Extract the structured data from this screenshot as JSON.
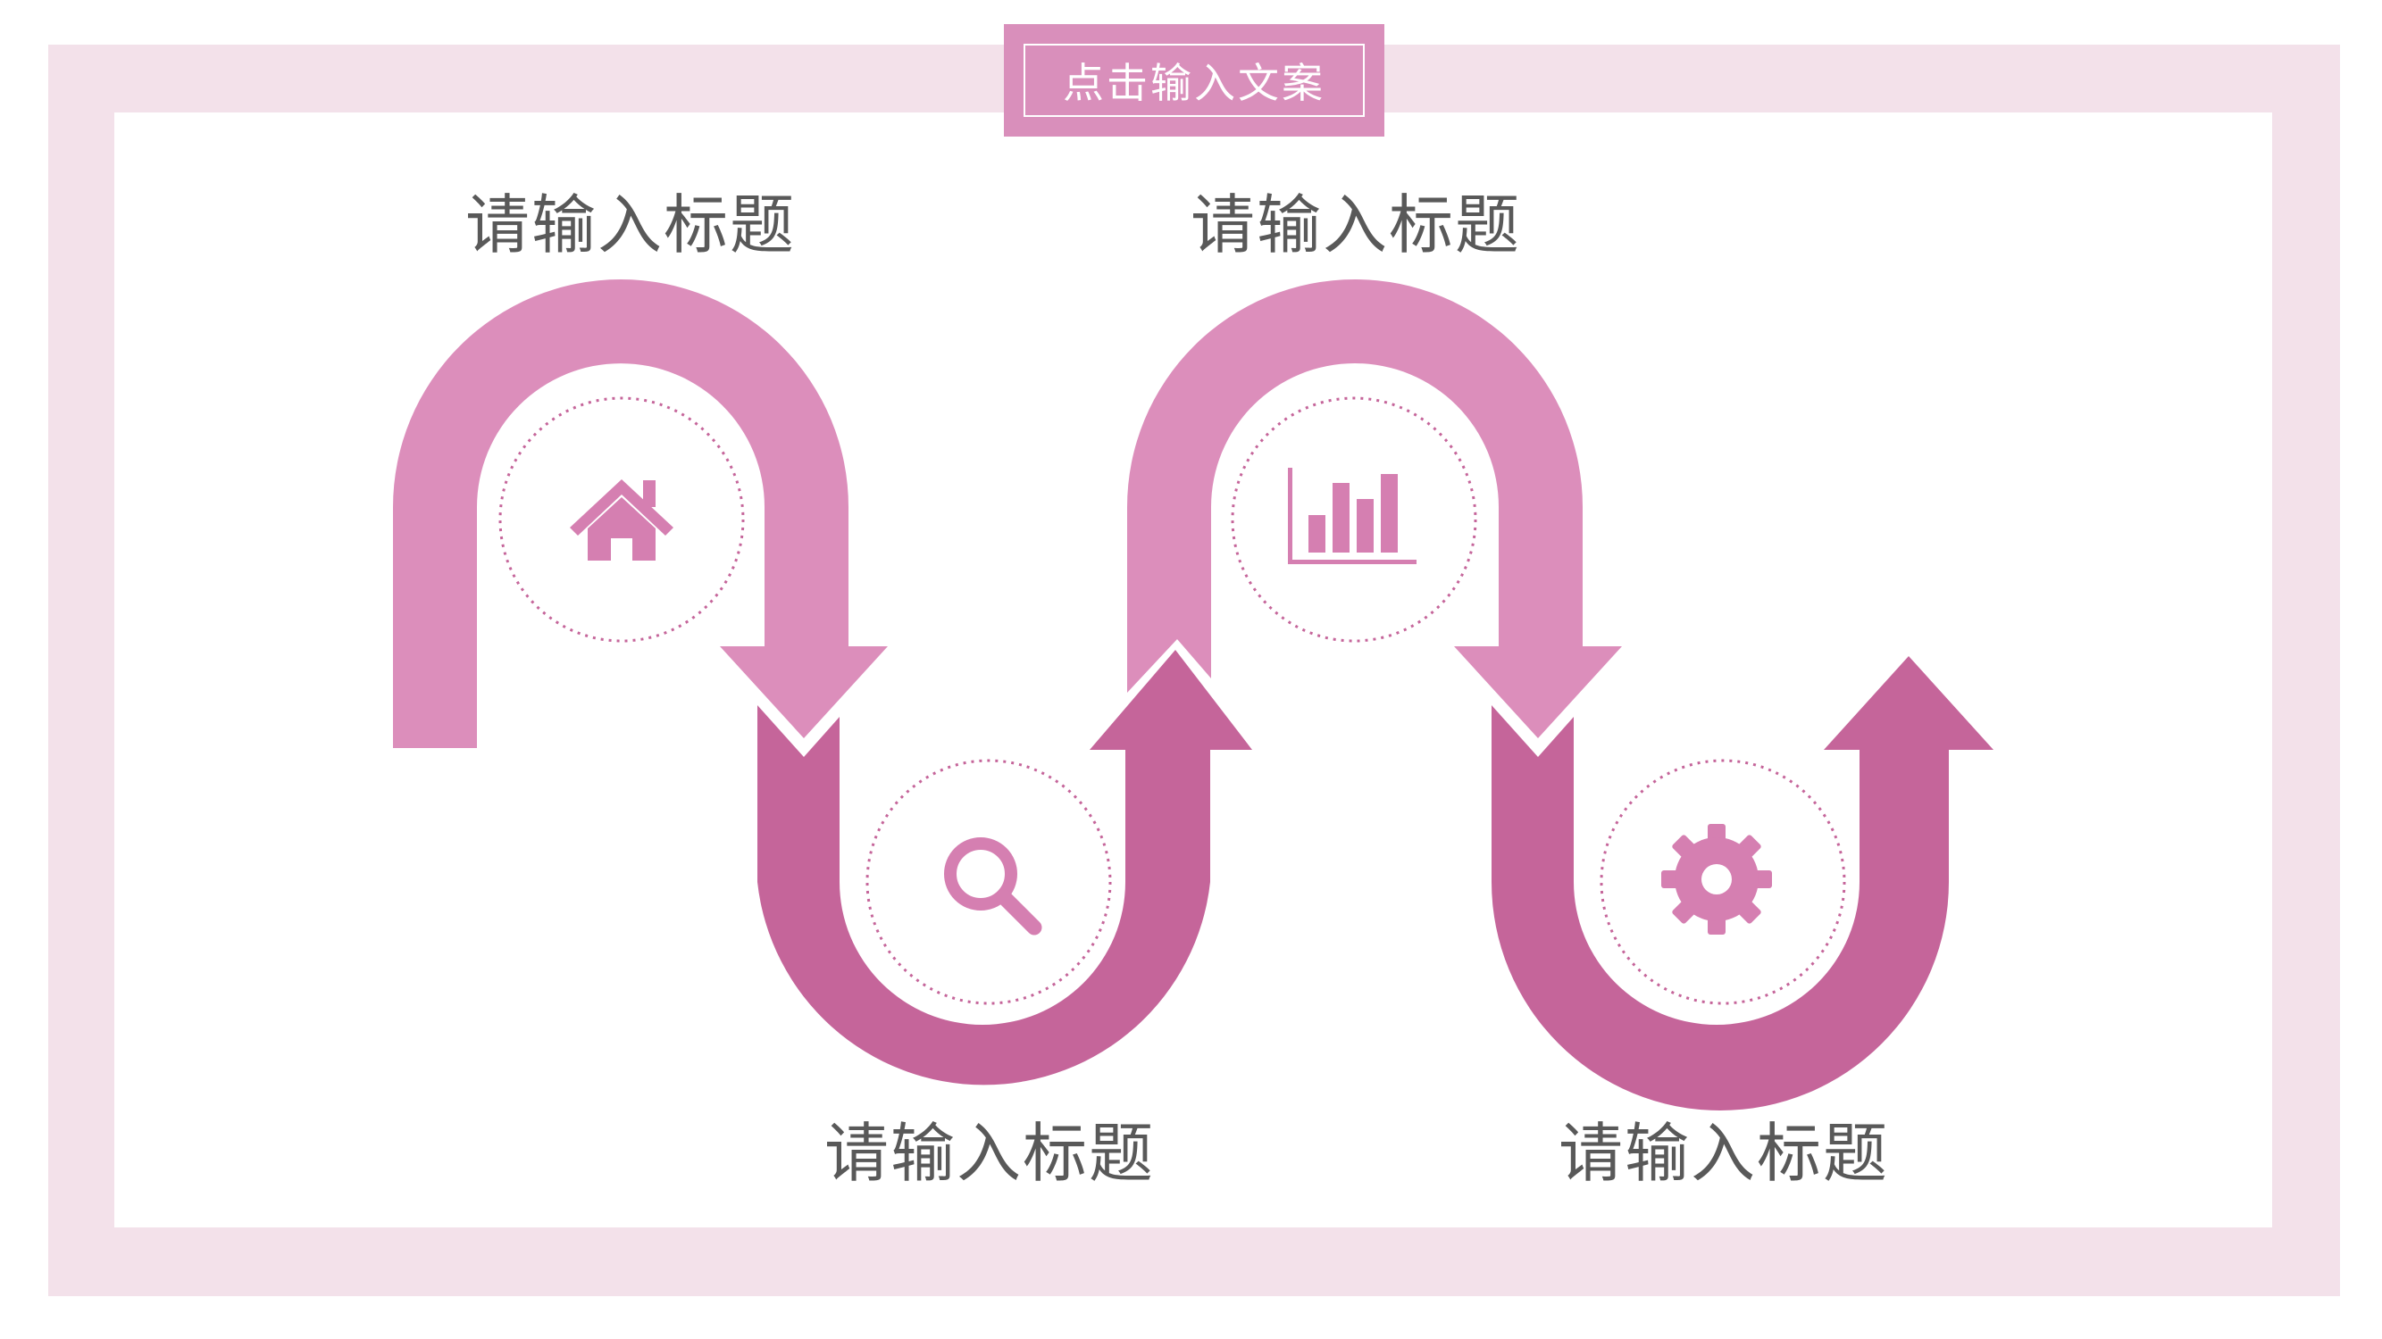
{
  "header": {
    "badge_text": "点击输入文案"
  },
  "steps": [
    {
      "title": "请输入标题",
      "icon": "home-icon"
    },
    {
      "title": "请输入标题",
      "icon": "search-icon"
    },
    {
      "title": "请输入标题",
      "icon": "bar-chart-icon"
    },
    {
      "title": "请输入标题",
      "icon": "gear-icon"
    }
  ],
  "colors": {
    "frame": "#f3e1ea",
    "arc_light": "#dc8ebb",
    "arc_dark": "#c5659a",
    "icon": "#d57fb1",
    "label": "#595959"
  }
}
